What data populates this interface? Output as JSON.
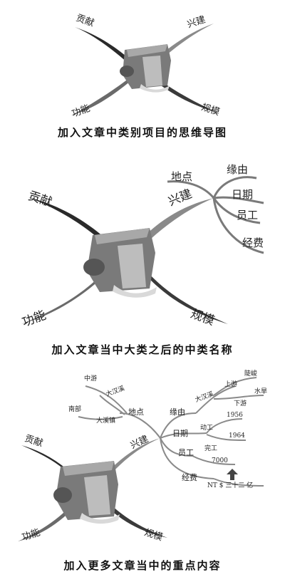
{
  "panels": [
    {
      "main": {
        "contribution": "贡献",
        "build": "兴建",
        "function": "功能",
        "scale": "规模"
      },
      "caption": "加入文章中类别项目的思维导图"
    },
    {
      "main": {
        "contribution": "贡献",
        "build": "兴建",
        "function": "功能",
        "scale": "规模"
      },
      "sub": {
        "location": "地点",
        "reason": "缘由",
        "date": "日期",
        "staff": "员工",
        "cost": "经费"
      },
      "caption": "加入文章当中大类之后的中类名称"
    },
    {
      "main": {
        "contribution": "贡献",
        "build": "兴建",
        "function": "功能",
        "scale": "规模"
      },
      "sub": {
        "location": "地点",
        "reason": "缘由",
        "date": "日期",
        "staff": "员工",
        "cost": "经费"
      },
      "details": {
        "midstream": "中游",
        "daxixi_left": "大汉溪",
        "south": "南部",
        "daxi_town": "大溪镇",
        "daxixi_right": "大汉溪",
        "upstream": "上游",
        "downstream": "下游",
        "steep": "陡峻",
        "flood_drought": "水旱",
        "start_work": "动工",
        "year_start": "1956",
        "complete": "完工",
        "year_done": "1964",
        "staff_count": "7000",
        "cost_amount": "NT $ 三十二 亿"
      },
      "caption": "加入更多文章当中的重点内容"
    }
  ]
}
